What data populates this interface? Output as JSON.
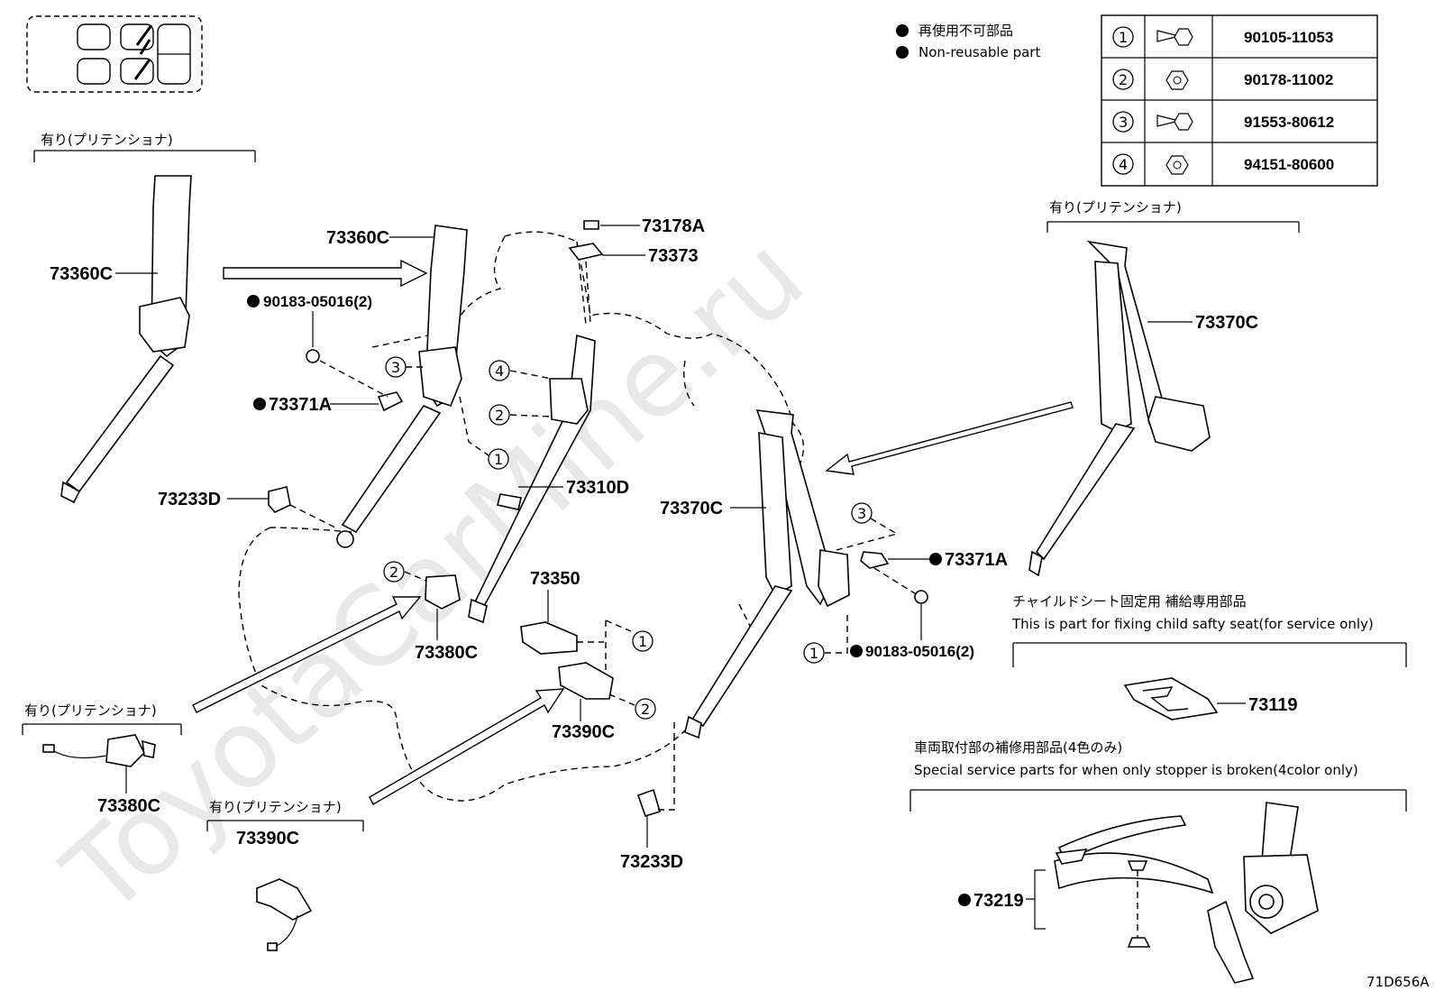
{
  "legend": {
    "jp": "再使用不可部品",
    "en": "Non-reusable part"
  },
  "fastener_table": [
    {
      "num": "1",
      "part": "90105-11053",
      "icon": "flange-bolt-icon"
    },
    {
      "num": "2",
      "part": "90178-11002",
      "icon": "flange-nut-icon"
    },
    {
      "num": "3",
      "part": "91553-80612",
      "icon": "flange-bolt-icon"
    },
    {
      "num": "4",
      "part": "94151-80600",
      "icon": "flange-nut-icon"
    }
  ],
  "pretensioner_note": "有り(プリテンショナ)",
  "labels": {
    "p73360C_a": "73360C",
    "p73360C_b": "73360C",
    "p90183_a": "90183-05016(2)",
    "p73371A_a": "73371A",
    "p73233D_a": "73233D",
    "p73178A": "73178A",
    "p73373": "73373",
    "p73310D": "73310D",
    "p73350": "73350",
    "p73380C_a": "73380C",
    "p73380C_b": "73380C",
    "p73390C_a": "73390C",
    "p73390C_b": "73390C",
    "p73233D_b": "73233D",
    "p73370C_a": "73370C",
    "p73370C_b": "73370C",
    "p73371A_b": "73371A",
    "p90183_b": "90183-05016(2)",
    "p73119": "73119",
    "p73219": "73219"
  },
  "callouts": {
    "c1": "1",
    "c2": "2",
    "c3": "3",
    "c4": "4"
  },
  "child_seat": {
    "jp": "チャイルドシート固定用 補給専用部品",
    "en": "This is part for fixing child safty seat(for service only)"
  },
  "stopper": {
    "jp": "車両取付部の補修用部品(4色のみ)",
    "en": "Special service parts for when only stopper is broken(4color only)"
  },
  "watermark": "ToyotaCarMine.ru",
  "figure_code": "71D656A"
}
